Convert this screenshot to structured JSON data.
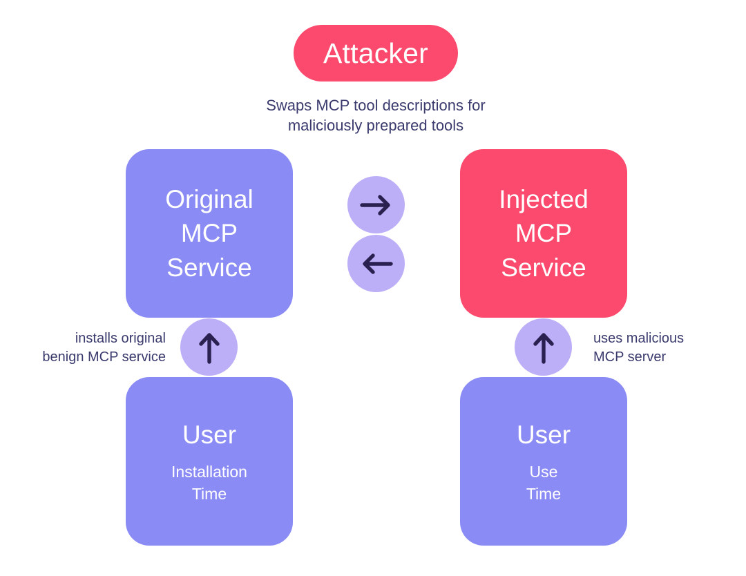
{
  "colors": {
    "background": "#ffffff",
    "periwinkle": "#8b8bf5",
    "lavender": "#bcaef7",
    "danger": "#fb4a6d",
    "text_navy": "#3a3a6e",
    "arrow_stroke": "#2b2150",
    "card_text": "#ffffff"
  },
  "attacker": {
    "label": "Attacker",
    "caption": "Swaps MCP tool descriptions for\nmaliciously prepared tools"
  },
  "cards": {
    "original_service": {
      "title": "Original\nMCP\nService",
      "color": "#8b8bf5"
    },
    "injected_service": {
      "title": "Injected\nMCP\nService",
      "color": "#fb4a6d"
    },
    "user_install": {
      "title": "User",
      "subtitle": "Installation\nTime",
      "color": "#8b8bf5"
    },
    "user_use": {
      "title": "User",
      "subtitle": "Use\nTime",
      "color": "#8b8bf5"
    }
  },
  "badges": {
    "swap_right": {
      "icon": "arrow-right-icon"
    },
    "swap_left": {
      "icon": "arrow-left-icon"
    },
    "install_up": {
      "icon": "arrow-up-icon"
    },
    "use_up": {
      "icon": "arrow-up-icon"
    }
  },
  "captions": {
    "install": "installs original\nbenign MCP service",
    "use": "uses malicious\nMCP server"
  }
}
